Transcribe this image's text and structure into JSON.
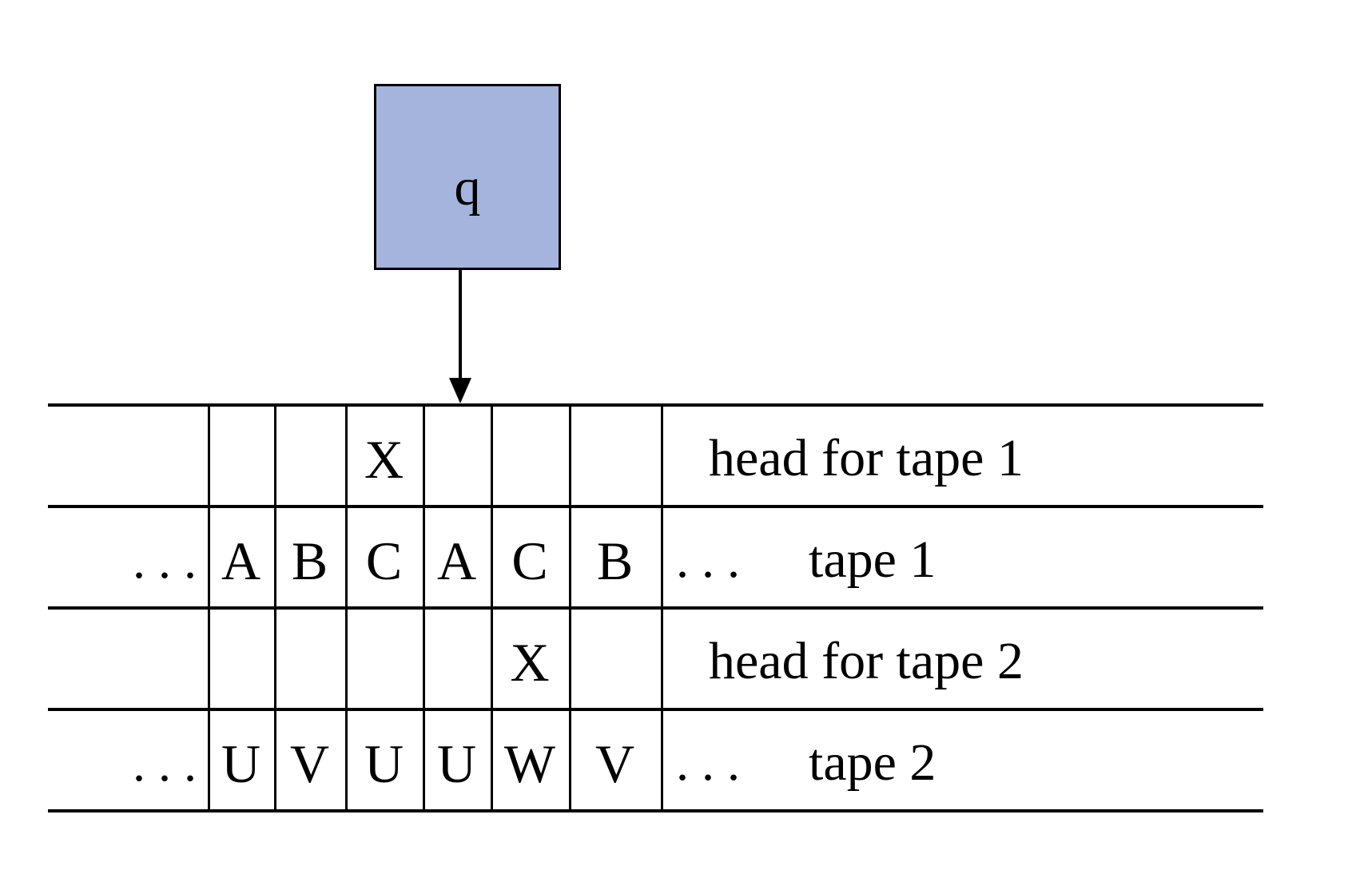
{
  "state_box": {
    "label": "q"
  },
  "colors": {
    "background": "#ffffff",
    "line": "#000000",
    "state_fill": "#a5b4dc"
  },
  "table": {
    "rows": [
      {
        "kind": "head",
        "label": "head for tape 1",
        "left_ellipsis": "",
        "cells": [
          "",
          "",
          "X",
          "",
          "",
          ""
        ],
        "right_ellipsis": ""
      },
      {
        "kind": "tape",
        "label": "tape 1",
        "left_ellipsis": ". . .",
        "cells": [
          "A",
          "B",
          "C",
          "A",
          "C",
          "B"
        ],
        "right_ellipsis": ". . ."
      },
      {
        "kind": "head",
        "label": "head for tape 2",
        "left_ellipsis": "",
        "cells": [
          "",
          "",
          "",
          "",
          "X",
          ""
        ],
        "right_ellipsis": ""
      },
      {
        "kind": "tape",
        "label": "tape 2",
        "left_ellipsis": ". . .",
        "cells": [
          "U",
          "V",
          "U",
          "U",
          "W",
          "V"
        ],
        "right_ellipsis": ". . ."
      }
    ]
  }
}
